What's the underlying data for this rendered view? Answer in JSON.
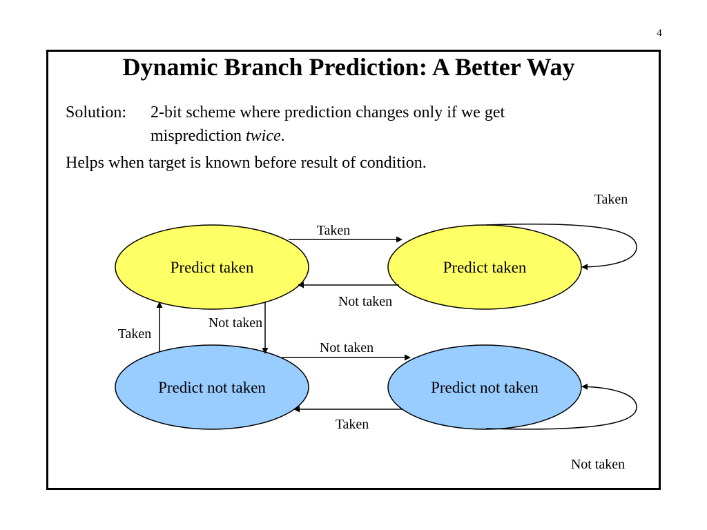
{
  "page_number": "4",
  "title": "Dynamic Branch Prediction:  A Better Way",
  "solution_label": "Solution:",
  "solution_line1": "2-bit scheme where prediction changes only if we get",
  "solution_line2_prefix": "misprediction ",
  "solution_line2_emphasis": "twice",
  "solution_line2_suffix": ".",
  "helps_line": "Helps when target is known before result of condition.",
  "colors": {
    "taken_state": "#ffff66",
    "not_taken_state": "#99ccff",
    "outline": "#000000"
  },
  "states": [
    {
      "id": "taken-left",
      "label": "Predict taken"
    },
    {
      "id": "taken-right",
      "label": "Predict taken"
    },
    {
      "id": "not-taken-left",
      "label": "Predict not taken"
    },
    {
      "id": "not-taken-right",
      "label": "Predict not taken"
    }
  ],
  "transitions": [
    {
      "from": "taken-left",
      "to": "taken-right",
      "label": "Taken"
    },
    {
      "from": "taken-right",
      "to": "taken-left",
      "label": "Not taken"
    },
    {
      "from": "taken-right",
      "to": "taken-right",
      "label": "Taken"
    },
    {
      "from": "taken-left",
      "to": "not-taken-left",
      "label": "Not taken"
    },
    {
      "from": "not-taken-left",
      "to": "taken-left",
      "label": "Taken"
    },
    {
      "from": "not-taken-left",
      "to": "not-taken-right",
      "label": "Not taken"
    },
    {
      "from": "not-taken-right",
      "to": "not-taken-left",
      "label": "Taken"
    },
    {
      "from": "not-taken-right",
      "to": "not-taken-right",
      "label": "Not taken"
    }
  ]
}
